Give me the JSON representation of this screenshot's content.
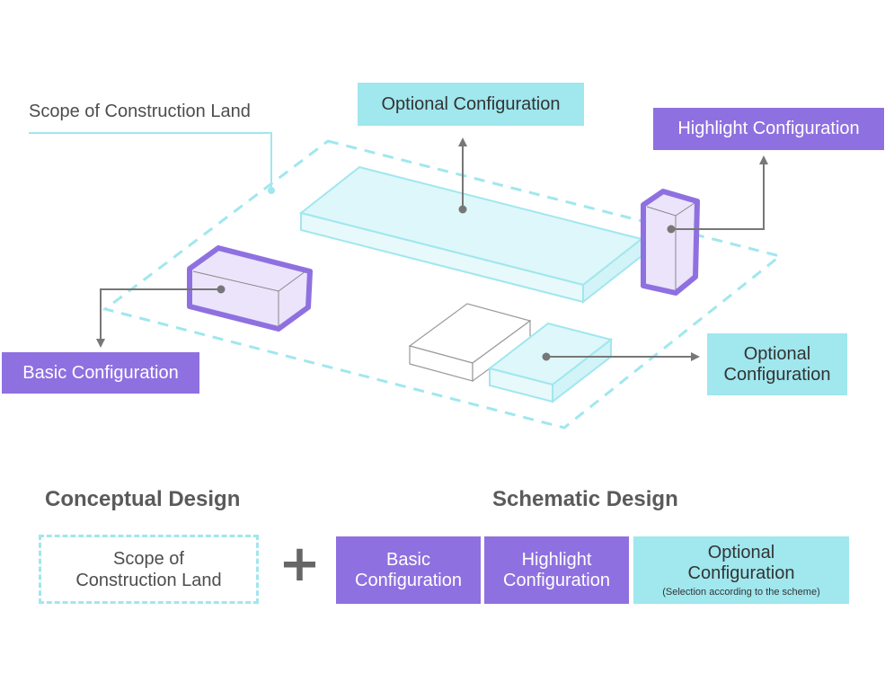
{
  "diagram": {
    "scope_label": "Scope of Construction Land",
    "optional_top": "Optional Configuration",
    "highlight": "Highlight Configuration",
    "basic": "Basic Configuration",
    "optional_right_line1": "Optional",
    "optional_right_line2": "Configuration"
  },
  "legend": {
    "conceptual_heading": "Conceptual Design",
    "schematic_heading": "Schematic Design",
    "scope_line1": "Scope of",
    "scope_line2": "Construction Land",
    "plus": "+",
    "basic_line1": "Basic",
    "basic_line2": "Configuration",
    "highlight_line1": "Highlight",
    "highlight_line2": "Configuration",
    "optional_line1": "Optional",
    "optional_line2": "Configuration",
    "optional_note": "(Selection according to the scheme)"
  },
  "colors": {
    "cyan": "#a0e7ee",
    "cyan_fill": "#def7fa",
    "purple": "#8f70e0",
    "purple_fill": "#ebe4fb",
    "connector": "#777777"
  }
}
